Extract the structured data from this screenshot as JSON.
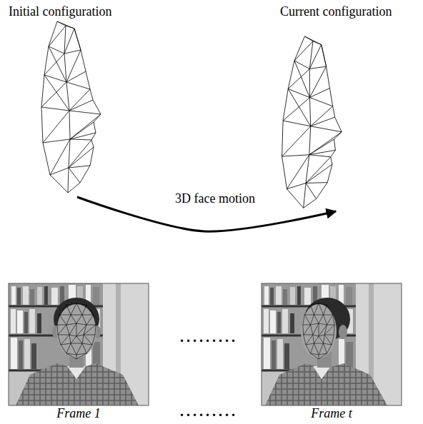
{
  "diagram": {
    "nodes": [
      {
        "text": [
          "Initial configuration"
        ]
      },
      {
        "text": [
          "Current configuration"
        ]
      },
      {
        "text": [
          "Frame 1"
        ]
      },
      {
        "text": [
          "Frame t"
        ]
      }
    ],
    "edges": [
      {
        "from": 0,
        "to": 1,
        "arrow": "to",
        "label": "3D face motion"
      }
    ],
    "labels": [
      ".........",
      "........."
    ]
  }
}
